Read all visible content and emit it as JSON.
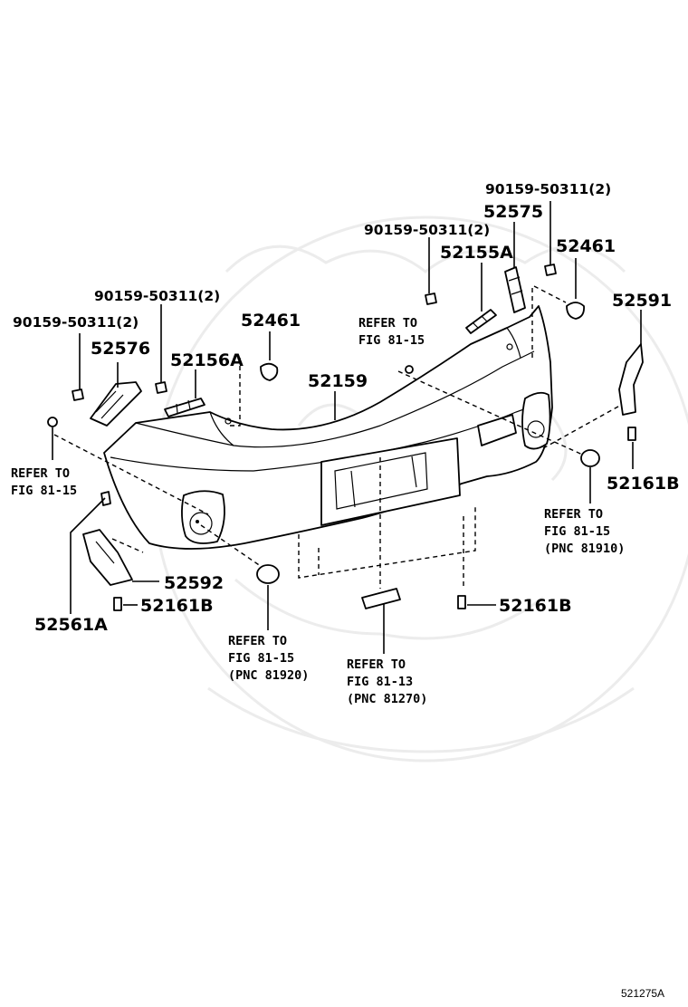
{
  "labels": {
    "p52576": "52576",
    "p52156a": "52156A",
    "p52461_left": "52461",
    "p52159": "52159",
    "p52155a": "52155A",
    "p52575": "52575",
    "p52461_right": "52461",
    "p52591": "52591",
    "p52161b_right": "52161B",
    "p52161b_left": "52161B",
    "p52161b_center": "52161B",
    "p52592": "52592",
    "p52561a": "52561A",
    "bolt_far_left": "90159-50311(2)",
    "bolt_left": "90159-50311(2)",
    "bolt_center": "90159-50311(2)",
    "bolt_right": "90159-50311(2)"
  },
  "refs": {
    "ref_left_1": "REFER TO",
    "ref_left_2": "FIG 81-15",
    "ref_top_1": "REFER TO",
    "ref_top_2": "FIG 81-15",
    "ref_right_1": "REFER TO",
    "ref_right_2": "FIG 81-15",
    "ref_right_3": "(PNC 81910)",
    "ref_bl_1": "REFER TO",
    "ref_bl_2": "FIG 81-15",
    "ref_bl_3": "(PNC 81920)",
    "ref_bc_1": "REFER TO",
    "ref_bc_2": "FIG 81-13",
    "ref_bc_3": "(PNC 81270)"
  },
  "figure_id": "521275A"
}
